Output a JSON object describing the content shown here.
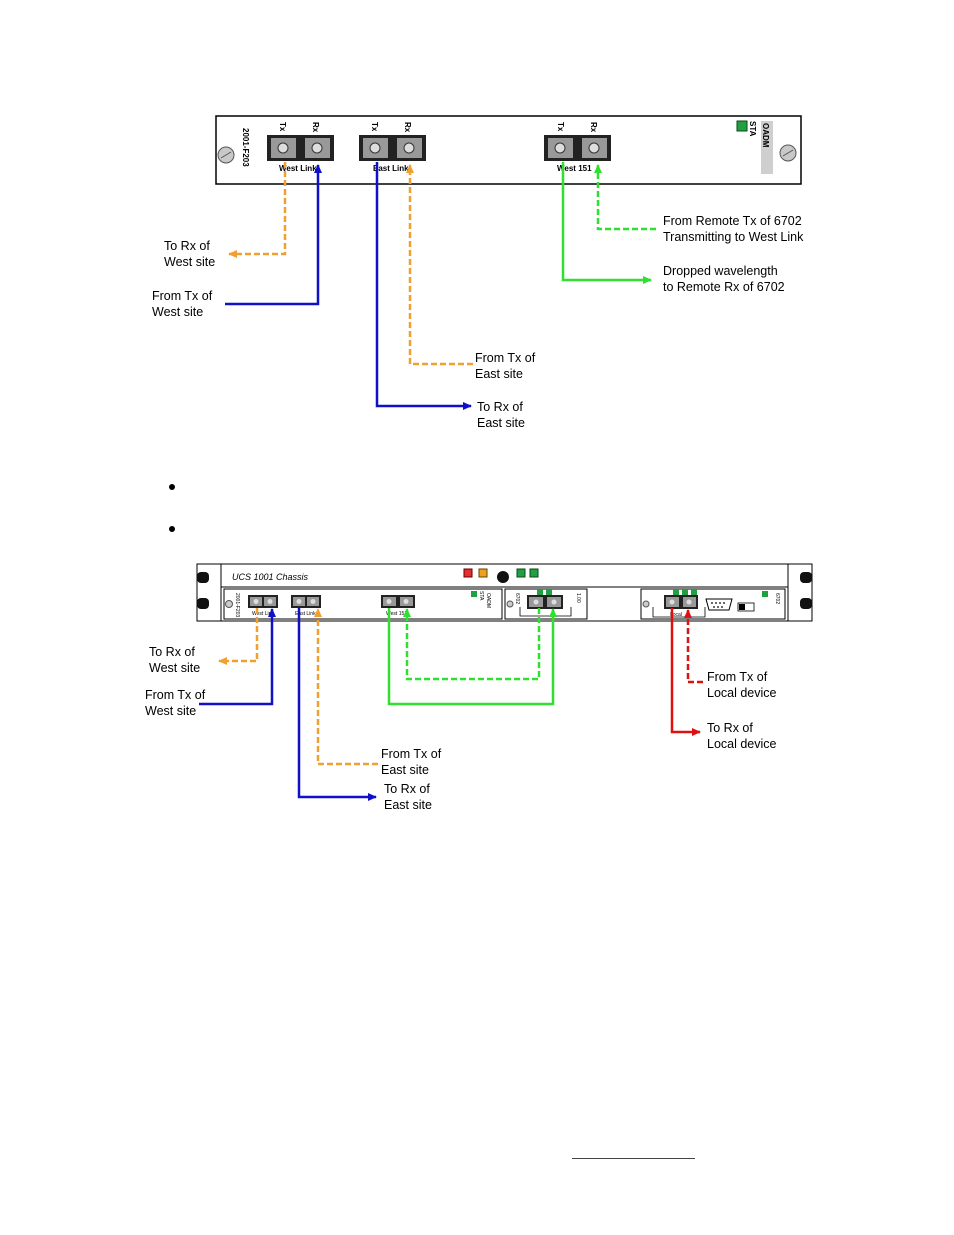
{
  "colors": {
    "orange": "#f0a030",
    "blue": "#1010c8",
    "green": "#30e030",
    "red": "#e01010",
    "led_green": "#20a040",
    "led_red": "#e03030",
    "led_yellow": "#f0a020"
  },
  "card": {
    "part_label": "2001-F203",
    "port_tx": "Tx",
    "port_rx": "Rx",
    "west_link": "West Link",
    "east_link": "East Link",
    "west_151": "West 151",
    "sta": "STA",
    "oadm": "OADM"
  },
  "card_labels": {
    "to_rx_west_1": "To Rx of",
    "to_rx_west_2": "West site",
    "from_tx_west_1": "From Tx of",
    "from_tx_west_2": "West site",
    "from_tx_east_1": "From Tx of",
    "from_tx_east_2": "East site",
    "to_rx_east_1": "To Rx of",
    "to_rx_east_2": "East site",
    "from_remote_1": "From Remote Tx of 6702",
    "from_remote_2": "Transmitting to West Link",
    "dropped_1": "Dropped wavelength",
    "dropped_2": "to Remote Rx of 6702"
  },
  "chassis": {
    "title": "UCS 1001 Chassis",
    "card1_part": "2001-F203",
    "card1_west": "West Link",
    "card1_east": "East Link",
    "card1_west151": "West 151",
    "card1_oadm": "OADM",
    "card1_sta": "STA",
    "card2_part": "6702",
    "card2_ver": "1.00",
    "card3_tag": "Local",
    "card3_part": "6702"
  },
  "chassis_labels": {
    "to_rx_west_1": "To Rx of",
    "to_rx_west_2": "West site",
    "from_tx_west_1": "From Tx of",
    "from_tx_west_2": "West site",
    "from_tx_east_1": "From Tx of",
    "from_tx_east_2": "East site",
    "to_rx_east_1": "To Rx of",
    "to_rx_east_2": "East site",
    "from_tx_local_1": "From Tx of",
    "from_tx_local_2": "Local device",
    "to_rx_local_1": "To Rx of",
    "to_rx_local_2": "Local device"
  }
}
